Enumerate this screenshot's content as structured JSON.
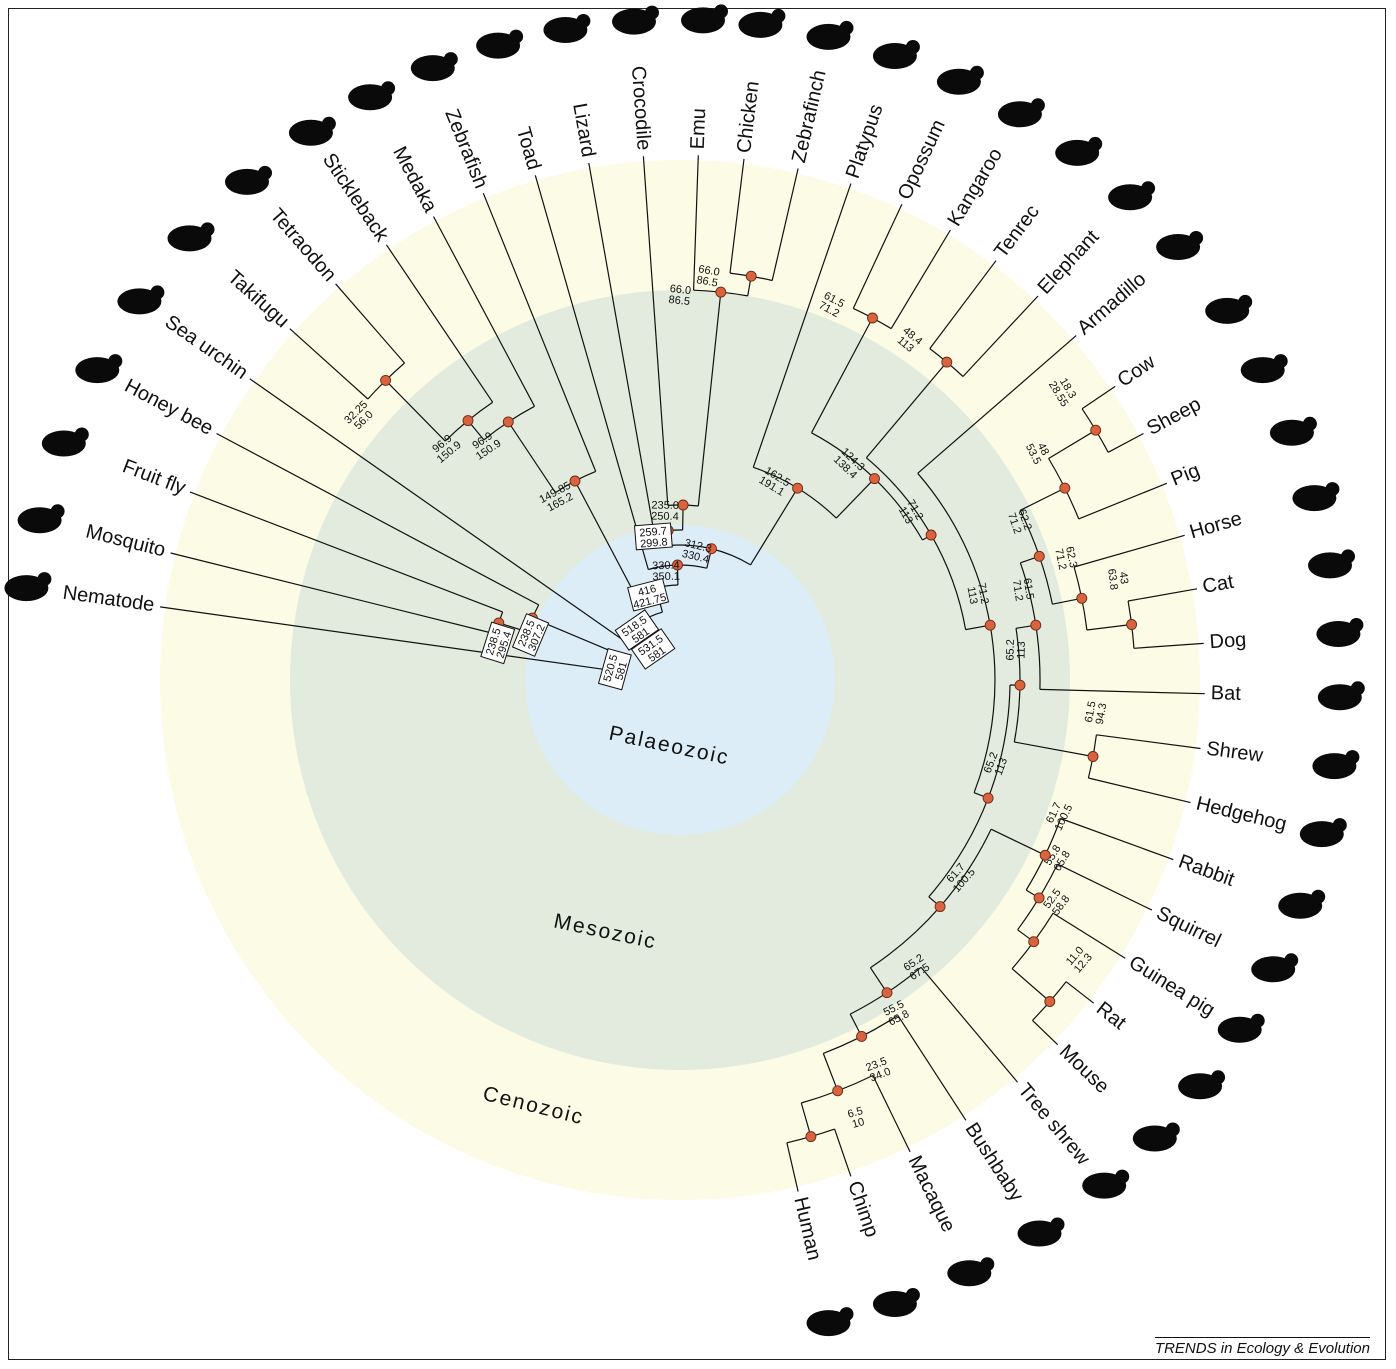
{
  "eras": [
    {
      "id": "cenozoic",
      "name": "Cenozoic",
      "color": "#fcfbe6"
    },
    {
      "id": "mesozoic",
      "name": "Mesozoic",
      "color": "#e2ebdd"
    },
    {
      "id": "palaeozoic",
      "name": "Palaeozoic",
      "color": "#ddedf7"
    }
  ],
  "node_color": "#d9633e",
  "taxa": [
    {
      "id": "nematode",
      "label": "Nematode",
      "icon": "worm-icon"
    },
    {
      "id": "mosquito",
      "label": "Mosquito",
      "icon": "mosquito-icon"
    },
    {
      "id": "fruitfly",
      "label": "Fruit fly",
      "icon": "fly-icon"
    },
    {
      "id": "honeybee",
      "label": "Honey bee",
      "icon": "bee-icon"
    },
    {
      "id": "seaurchin",
      "label": "Sea urchin",
      "icon": "sea-urchin-icon"
    },
    {
      "id": "takifugu",
      "label": "Takifugu",
      "icon": "pufferfish-icon"
    },
    {
      "id": "tetraodon",
      "label": "Tetraodon",
      "icon": "pufferfish-icon"
    },
    {
      "id": "stickleback",
      "label": "Stickleback",
      "icon": "fish-icon"
    },
    {
      "id": "medaka",
      "label": "Medaka",
      "icon": "fish-icon"
    },
    {
      "id": "zebrafish",
      "label": "Zebrafish",
      "icon": "fish-icon"
    },
    {
      "id": "toad",
      "label": "Toad",
      "icon": "toad-icon"
    },
    {
      "id": "lizard",
      "label": "Lizard",
      "icon": "lizard-icon"
    },
    {
      "id": "crocodile",
      "label": "Crocodile",
      "icon": "crocodile-icon"
    },
    {
      "id": "emu",
      "label": "Emu",
      "icon": "emu-icon"
    },
    {
      "id": "chicken",
      "label": "Chicken",
      "icon": "chicken-icon"
    },
    {
      "id": "zebrafinch",
      "label": "Zebrafinch",
      "icon": "finch-icon"
    },
    {
      "id": "platypus",
      "label": "Platypus",
      "icon": "platypus-icon"
    },
    {
      "id": "opossum",
      "label": "Opossum",
      "icon": "opossum-icon"
    },
    {
      "id": "kangaroo",
      "label": "Kangaroo",
      "icon": "kangaroo-icon"
    },
    {
      "id": "tenrec",
      "label": "Tenrec",
      "icon": "tenrec-icon"
    },
    {
      "id": "elephant",
      "label": "Elephant",
      "icon": "elephant-icon"
    },
    {
      "id": "armadillo",
      "label": "Armadillo",
      "icon": "armadillo-icon"
    },
    {
      "id": "cow",
      "label": "Cow",
      "icon": "cow-icon"
    },
    {
      "id": "sheep",
      "label": "Sheep",
      "icon": "sheep-icon"
    },
    {
      "id": "pig",
      "label": "Pig",
      "icon": "pig-icon"
    },
    {
      "id": "horse",
      "label": "Horse",
      "icon": "horse-icon"
    },
    {
      "id": "cat",
      "label": "Cat",
      "icon": "cat-icon"
    },
    {
      "id": "dog",
      "label": "Dog",
      "icon": "dog-icon"
    },
    {
      "id": "bat",
      "label": "Bat",
      "icon": "bat-icon"
    },
    {
      "id": "shrew",
      "label": "Shrew",
      "icon": "shrew-icon"
    },
    {
      "id": "hedgehog",
      "label": "Hedgehog",
      "icon": "hedgehog-icon"
    },
    {
      "id": "rabbit",
      "label": "Rabbit",
      "icon": "rabbit-icon"
    },
    {
      "id": "squirrel",
      "label": "Squirrel",
      "icon": "squirrel-icon"
    },
    {
      "id": "guineapig",
      "label": "Guinea pig",
      "icon": "guinea-pig-icon"
    },
    {
      "id": "rat",
      "label": "Rat",
      "icon": "rat-icon"
    },
    {
      "id": "mouse",
      "label": "Mouse",
      "icon": "mouse-icon"
    },
    {
      "id": "treeshrew",
      "label": "Tree shrew",
      "icon": "tree-shrew-icon"
    },
    {
      "id": "bushbaby",
      "label": "Bushbaby",
      "icon": "bushbaby-icon"
    },
    {
      "id": "macaque",
      "label": "Macaque",
      "icon": "macaque-icon"
    },
    {
      "id": "chimp",
      "label": "Chimp",
      "icon": "chimp-icon"
    },
    {
      "id": "human",
      "label": "Human",
      "icon": "human-icon"
    }
  ],
  "nodes": [
    {
      "id": "human-chimp",
      "lo": "6.5",
      "hi": "10",
      "boxed": false
    },
    {
      "id": "catarrhini",
      "lo": "23.5",
      "hi": "34.0",
      "boxed": false
    },
    {
      "id": "primates",
      "lo": "55.5",
      "hi": "65.8",
      "boxed": false
    },
    {
      "id": "euarchonta",
      "lo": "65.2",
      "hi": "67.5",
      "boxed": false
    },
    {
      "id": "muridae",
      "lo": "11.0",
      "hi": "12.3",
      "boxed": false
    },
    {
      "id": "rodent-gp",
      "lo": "52.5",
      "hi": "58.8",
      "boxed": false
    },
    {
      "id": "rodentia",
      "lo": "55.8",
      "hi": "65.8",
      "boxed": false
    },
    {
      "id": "glires",
      "lo": "61.7",
      "hi": "100.5",
      "boxed": false
    },
    {
      "id": "euarchontoglires",
      "lo": "61.7",
      "hi": "100.5",
      "boxed": false
    },
    {
      "id": "eulipotyphla",
      "lo": "61.5",
      "hi": "94.3",
      "boxed": false
    },
    {
      "id": "bovidae",
      "lo": "18.3",
      "hi": "28.55",
      "boxed": false
    },
    {
      "id": "cetartiodactyla",
      "lo": "48",
      "hi": "53.5",
      "boxed": false
    },
    {
      "id": "carnivora",
      "lo": "43",
      "hi": "63.8",
      "boxed": false
    },
    {
      "id": "zooamata",
      "lo": "62.3",
      "hi": "71.2",
      "boxed": false
    },
    {
      "id": "fereuungulata",
      "lo": "62.2",
      "hi": "71.2",
      "boxed": false
    },
    {
      "id": "scrotifera",
      "lo": "61.5",
      "hi": "71.2",
      "boxed": false
    },
    {
      "id": "laurasiatheria",
      "lo": "65.2",
      "hi": "113",
      "boxed": false
    },
    {
      "id": "boreoeutheria",
      "lo": "65.2",
      "hi": "113",
      "boxed": false
    },
    {
      "id": "boreo-root",
      "lo": "71.2",
      "hi": "113",
      "boxed": false
    },
    {
      "id": "afrotheria",
      "lo": "48.4",
      "hi": "113",
      "boxed": false
    },
    {
      "id": "eutheria",
      "lo": "71.2",
      "hi": "113",
      "boxed": false
    },
    {
      "id": "marsupialia",
      "lo": "61.5",
      "hi": "71.2",
      "boxed": false
    },
    {
      "id": "theria",
      "lo": "124.3",
      "hi": "138.4",
      "boxed": false
    },
    {
      "id": "mammalia",
      "lo": "162.5",
      "hi": "191.1",
      "boxed": false
    },
    {
      "id": "neognathae",
      "lo": "66.0",
      "hi": "86.5",
      "boxed": false
    },
    {
      "id": "aves",
      "lo": "66.0",
      "hi": "86.5",
      "boxed": false
    },
    {
      "id": "archosauria",
      "lo": "235.0",
      "hi": "250.4",
      "boxed": false
    },
    {
      "id": "amniota",
      "lo": "312.3",
      "hi": "330.4",
      "boxed": false
    },
    {
      "id": "sauropsida-split",
      "lo": "259.7",
      "hi": "299.8",
      "boxed": true
    },
    {
      "id": "tetrapoda",
      "lo": "330.4",
      "hi": "350.1",
      "boxed": false
    },
    {
      "id": "pufferfish",
      "lo": "32.25",
      "hi": "56.0",
      "boxed": false
    },
    {
      "id": "percomorph",
      "lo": "96.9",
      "hi": "150.9",
      "boxed": false
    },
    {
      "id": "acanthopterygii",
      "lo": "96.9",
      "hi": "150.9",
      "boxed": false
    },
    {
      "id": "teleostei",
      "lo": "149.85",
      "hi": "165.2",
      "boxed": false
    },
    {
      "id": "osteichthyes",
      "lo": "416",
      "hi": "421.75",
      "boxed": true
    },
    {
      "id": "vertebrata",
      "lo": "518.5",
      "hi": "581",
      "boxed": true
    },
    {
      "id": "deuterostomia",
      "lo": "531.5",
      "hi": "581",
      "boxed": true
    },
    {
      "id": "diptera",
      "lo": "238.5",
      "hi": "295.4",
      "boxed": true
    },
    {
      "id": "insecta",
      "lo": "238.5",
      "hi": "307.2",
      "boxed": true
    },
    {
      "id": "bilateria",
      "lo": "520.5",
      "hi": "581",
      "boxed": true
    }
  ],
  "credit": "TRENDS in Ecology & Evolution"
}
